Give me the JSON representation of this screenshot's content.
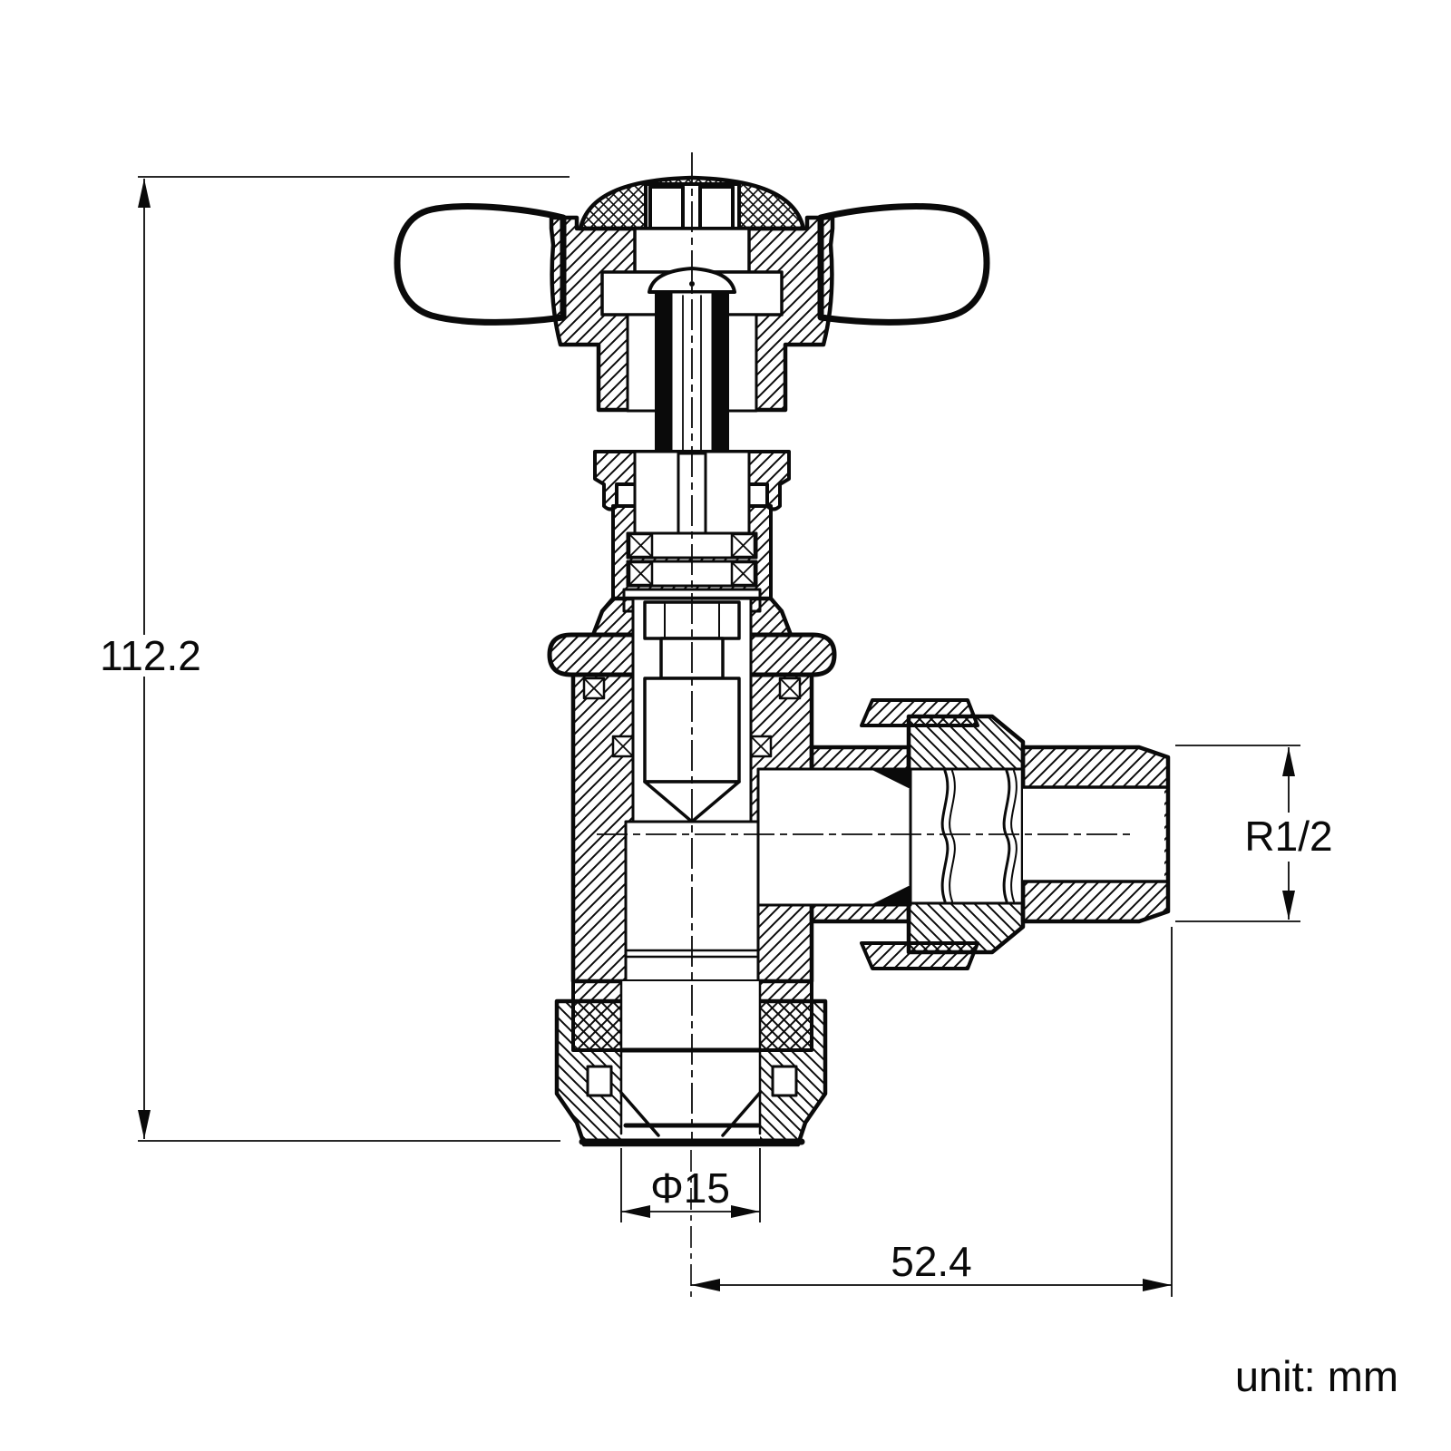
{
  "drawing": {
    "unit_note": "unit: mm",
    "dimensions": {
      "overall_height": "112.2",
      "inlet_diameter": "Φ15",
      "centre_to_end": "52.4",
      "outlet_thread": "R1/2"
    },
    "colors": {
      "line": "#0a0a0a",
      "background": "#ffffff"
    }
  }
}
